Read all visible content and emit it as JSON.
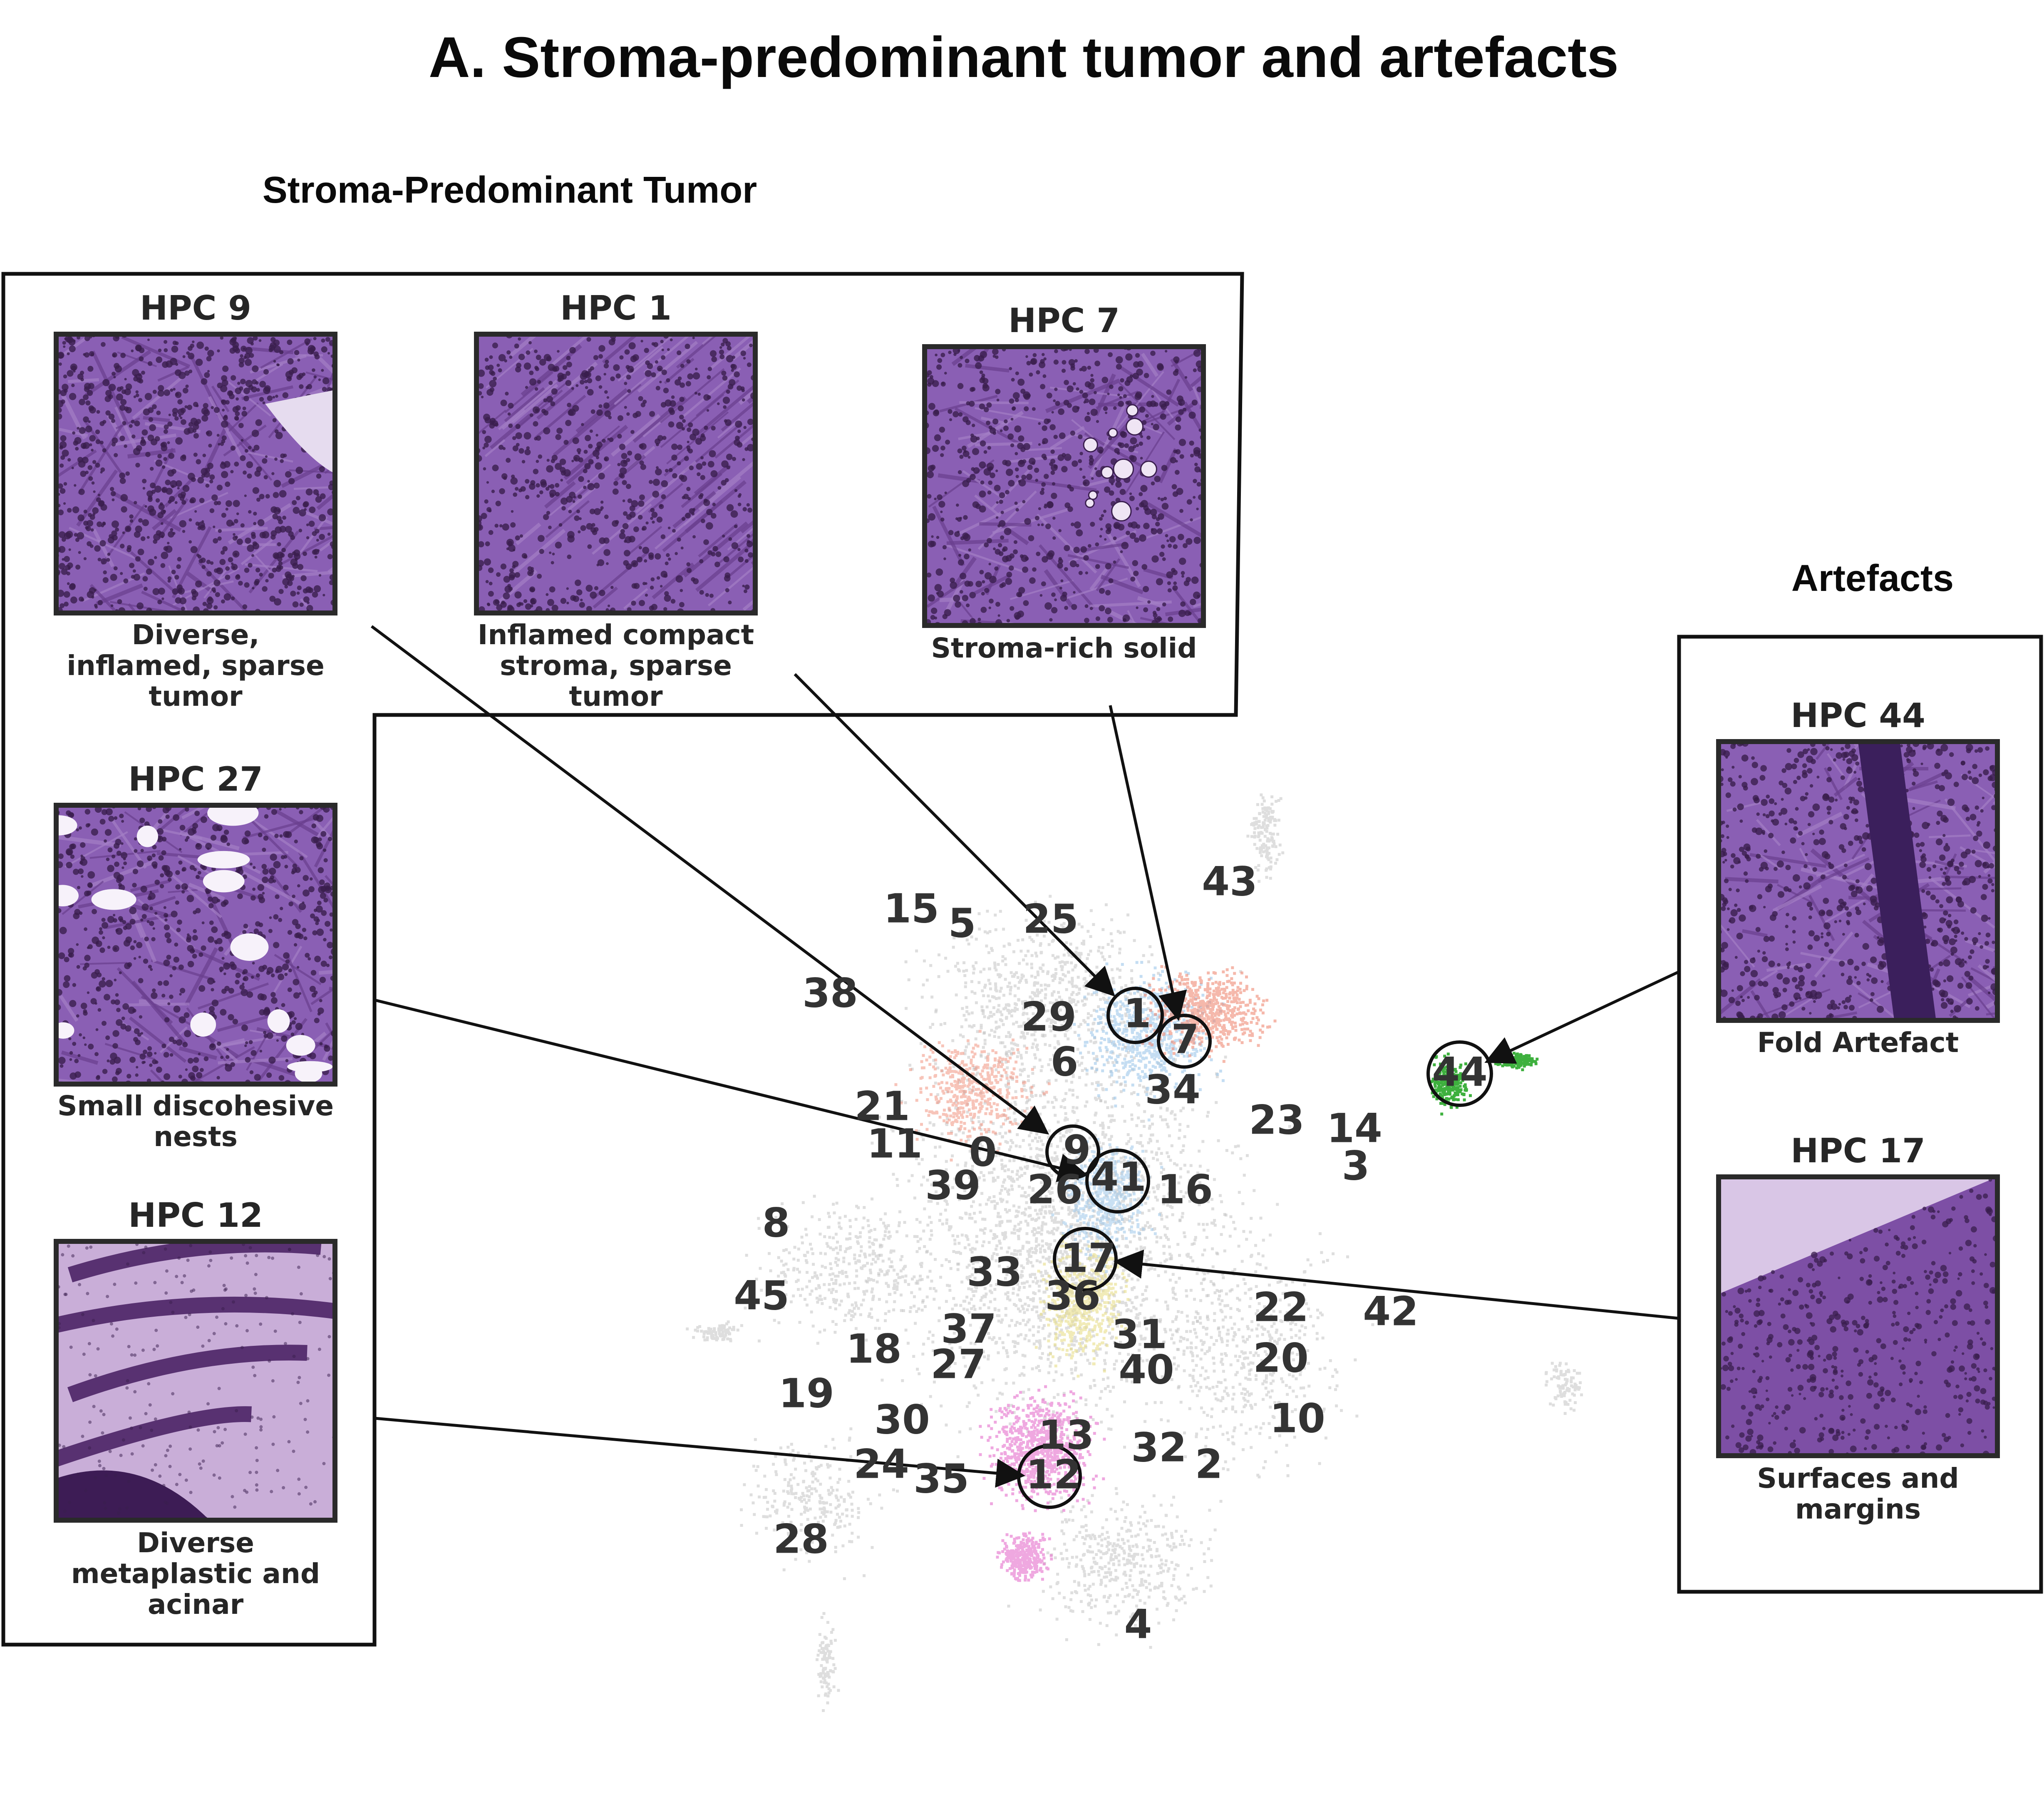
{
  "title": "A. Stroma-predominant tumor and artefacts",
  "sections": {
    "stroma": "Stroma-Predominant Tumor",
    "artefacts": "Artefacts"
  },
  "panels": [
    {
      "id": "hpc9",
      "title": "HPC 9",
      "caption": [
        "Diverse,",
        "inflamed, sparse",
        "tumor"
      ],
      "texture": "dense-nuclei"
    },
    {
      "id": "hpc1",
      "title": "HPC 1",
      "caption": [
        "Inflamed compact",
        "stroma, sparse",
        "tumor"
      ],
      "texture": "compact"
    },
    {
      "id": "hpc7",
      "title": "HPC 7",
      "caption": [
        "Stroma-rich solid"
      ],
      "texture": "stroma"
    },
    {
      "id": "hpc27",
      "title": "HPC 27",
      "caption": [
        "Small discohesive",
        "nests"
      ],
      "texture": "nests"
    },
    {
      "id": "hpc12",
      "title": "HPC 12",
      "caption": [
        "Diverse",
        "metaplastic and",
        "acinar"
      ],
      "texture": "acinar"
    },
    {
      "id": "hpc44",
      "title": "HPC 44",
      "caption": [
        "Fold Artefact"
      ],
      "texture": "fold"
    },
    {
      "id": "hpc17",
      "title": "HPC 17",
      "caption": [
        "Surfaces and",
        "margins"
      ],
      "texture": "surface"
    }
  ],
  "clusters": [
    "43",
    "15",
    "5",
    "25",
    "38",
    "29",
    "1",
    "7",
    "6",
    "34",
    "21",
    "23",
    "14",
    "11",
    "0",
    "9",
    "3",
    "39",
    "26",
    "41",
    "16",
    "8",
    "17",
    "33",
    "22",
    "42",
    "45",
    "36",
    "37",
    "31",
    "18",
    "20",
    "27",
    "40",
    "19",
    "30",
    "10",
    "13",
    "32",
    "24",
    "35",
    "12",
    "2",
    "28",
    "4",
    "44"
  ],
  "highlighted_clusters": [
    "1",
    "7",
    "9",
    "41",
    "17",
    "12",
    "44"
  ],
  "colors": {
    "tissue_purple": "#8a5fb4",
    "nuclei": "#3a1e4e",
    "scatter_grey": "#c4c4c4",
    "highlight_blue": "#9ec8ea",
    "highlight_salmon": "#f08a75",
    "highlight_yellow": "#e8df8a",
    "highlight_pink": "#e87ad0",
    "highlight_green": "#2aa82a"
  }
}
